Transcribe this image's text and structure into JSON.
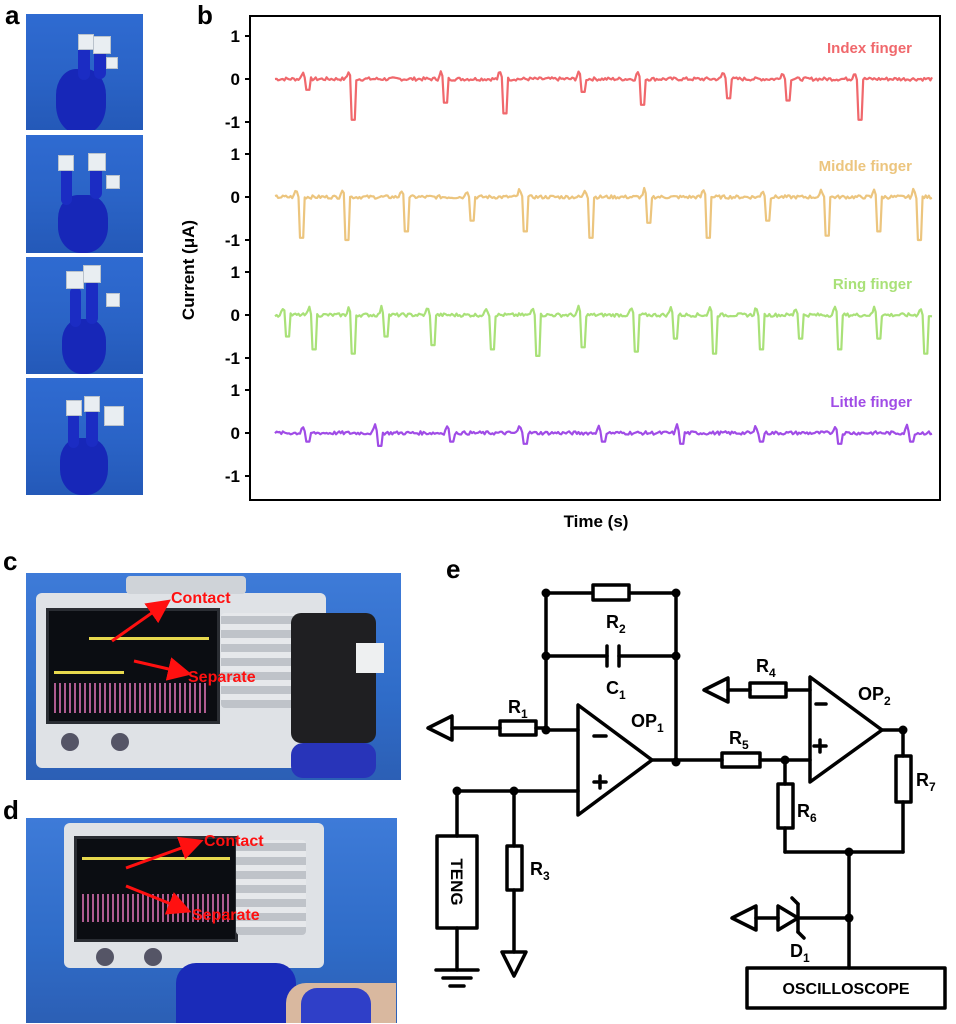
{
  "panels": {
    "a": "a",
    "b": "b",
    "c": "c",
    "d": "d",
    "e": "e"
  },
  "chart_data": {
    "type": "line",
    "title": "",
    "xlabel": "Time (s)",
    "ylabel": "Current (μA)",
    "yticks": [
      "1",
      "0",
      "-1"
    ],
    "ylim": [
      -1,
      1
    ],
    "series": [
      {
        "name": "Index finger",
        "color": "#f0686c",
        "baseline": 0,
        "peaks": [
          {
            "t": 0.05,
            "v": -0.25
          },
          {
            "t": 0.12,
            "v": -0.95
          },
          {
            "t": 0.26,
            "v": -0.55
          },
          {
            "t": 0.35,
            "v": -0.8
          },
          {
            "t": 0.47,
            "v": -0.3
          },
          {
            "t": 0.56,
            "v": -0.6
          },
          {
            "t": 0.69,
            "v": -0.45
          },
          {
            "t": 0.78,
            "v": -0.5
          },
          {
            "t": 0.89,
            "v": -0.95
          }
        ]
      },
      {
        "name": "Middle finger",
        "color": "#ecc57e",
        "baseline": 0,
        "peaks": [
          {
            "t": 0.04,
            "v": -0.95
          },
          {
            "t": 0.11,
            "v": -1.0
          },
          {
            "t": 0.2,
            "v": -0.8
          },
          {
            "t": 0.3,
            "v": -0.55
          },
          {
            "t": 0.38,
            "v": -0.8
          },
          {
            "t": 0.48,
            "v": -0.95
          },
          {
            "t": 0.57,
            "v": -0.6
          },
          {
            "t": 0.66,
            "v": -0.95
          },
          {
            "t": 0.75,
            "v": -0.55
          },
          {
            "t": 0.84,
            "v": -0.9
          },
          {
            "t": 0.92,
            "v": -0.8
          },
          {
            "t": 0.98,
            "v": -1.0
          }
        ]
      },
      {
        "name": "Ring finger",
        "color": "#a9e178",
        "baseline": 0,
        "peaks": [
          {
            "t": 0.02,
            "v": -0.5
          },
          {
            "t": 0.06,
            "v": -0.8
          },
          {
            "t": 0.12,
            "v": -0.9
          },
          {
            "t": 0.17,
            "v": -0.5
          },
          {
            "t": 0.24,
            "v": -0.7
          },
          {
            "t": 0.33,
            "v": -0.8
          },
          {
            "t": 0.4,
            "v": -0.95
          },
          {
            "t": 0.47,
            "v": -0.75
          },
          {
            "t": 0.55,
            "v": -0.85
          },
          {
            "t": 0.61,
            "v": -0.55
          },
          {
            "t": 0.67,
            "v": -0.9
          },
          {
            "t": 0.74,
            "v": -0.8
          },
          {
            "t": 0.8,
            "v": -0.55
          },
          {
            "t": 0.86,
            "v": -0.8
          },
          {
            "t": 0.92,
            "v": -0.55
          },
          {
            "t": 0.99,
            "v": -0.9
          }
        ]
      },
      {
        "name": "Little finger",
        "color": "#a04ce6",
        "baseline": 0,
        "peaks": [
          {
            "t": 0.05,
            "v": -0.2
          },
          {
            "t": 0.16,
            "v": -0.3
          },
          {
            "t": 0.27,
            "v": -0.2
          },
          {
            "t": 0.38,
            "v": -0.25
          },
          {
            "t": 0.5,
            "v": -0.2
          },
          {
            "t": 0.62,
            "v": -0.25
          },
          {
            "t": 0.74,
            "v": -0.2
          },
          {
            "t": 0.86,
            "v": -0.25
          },
          {
            "t": 0.97,
            "v": -0.2
          }
        ]
      }
    ]
  },
  "photo_c": {
    "contact_label": "Contact",
    "separate_label": "Separate"
  },
  "photo_d": {
    "contact_label": "Contact",
    "separate_label": "Separate"
  },
  "circuit": {
    "labels": {
      "R1": "R",
      "R1_sub": "1",
      "R2": "R",
      "R2_sub": "2",
      "R3": "R",
      "R3_sub": "3",
      "R4": "R",
      "R4_sub": "4",
      "R5": "R",
      "R5_sub": "5",
      "R6": "R",
      "R6_sub": "6",
      "R7": "R",
      "R7_sub": "7",
      "C1": "C",
      "C1_sub": "1",
      "OP1": "OP",
      "OP1_sub": "1",
      "OP2": "OP",
      "OP2_sub": "2",
      "D1": "D",
      "D1_sub": "1",
      "teng": "TENG",
      "oscilloscope": "OSCILLOSCOPE"
    }
  }
}
